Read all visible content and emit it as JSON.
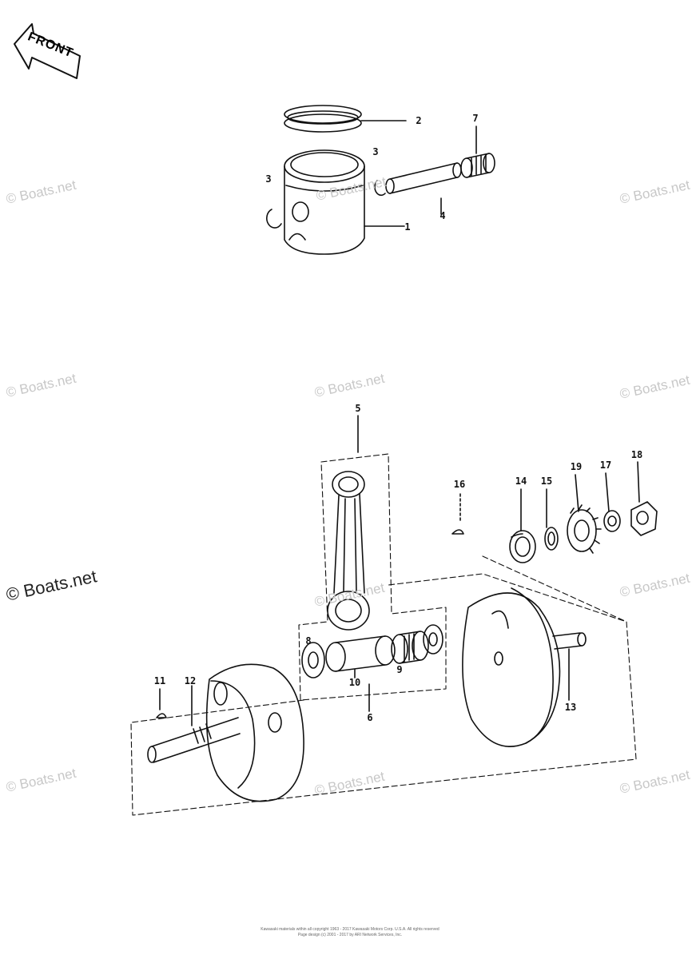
{
  "front_label": "FRONT",
  "watermark_text": "© Boats.net",
  "copyright": {
    "line1": "Kawasaki materials within all copyright 1963 - 2017 Kawasaki Motors Corp. U.S.A. All rights reserved",
    "line2": "Page design (c) 2001 - 2017 by ARI Network Services, Inc."
  },
  "callouts": {
    "c1": "1",
    "c2": "2",
    "c3a": "3",
    "c3b": "3",
    "c4": "4",
    "c5": "5",
    "c6": "6",
    "c7": "7",
    "c8": "8",
    "c9": "9",
    "c10": "10",
    "c11": "11",
    "c12": "12",
    "c13": "13",
    "c14": "14",
    "c15": "15",
    "c16": "16",
    "c17": "17",
    "c18": "18",
    "c19": "19"
  }
}
